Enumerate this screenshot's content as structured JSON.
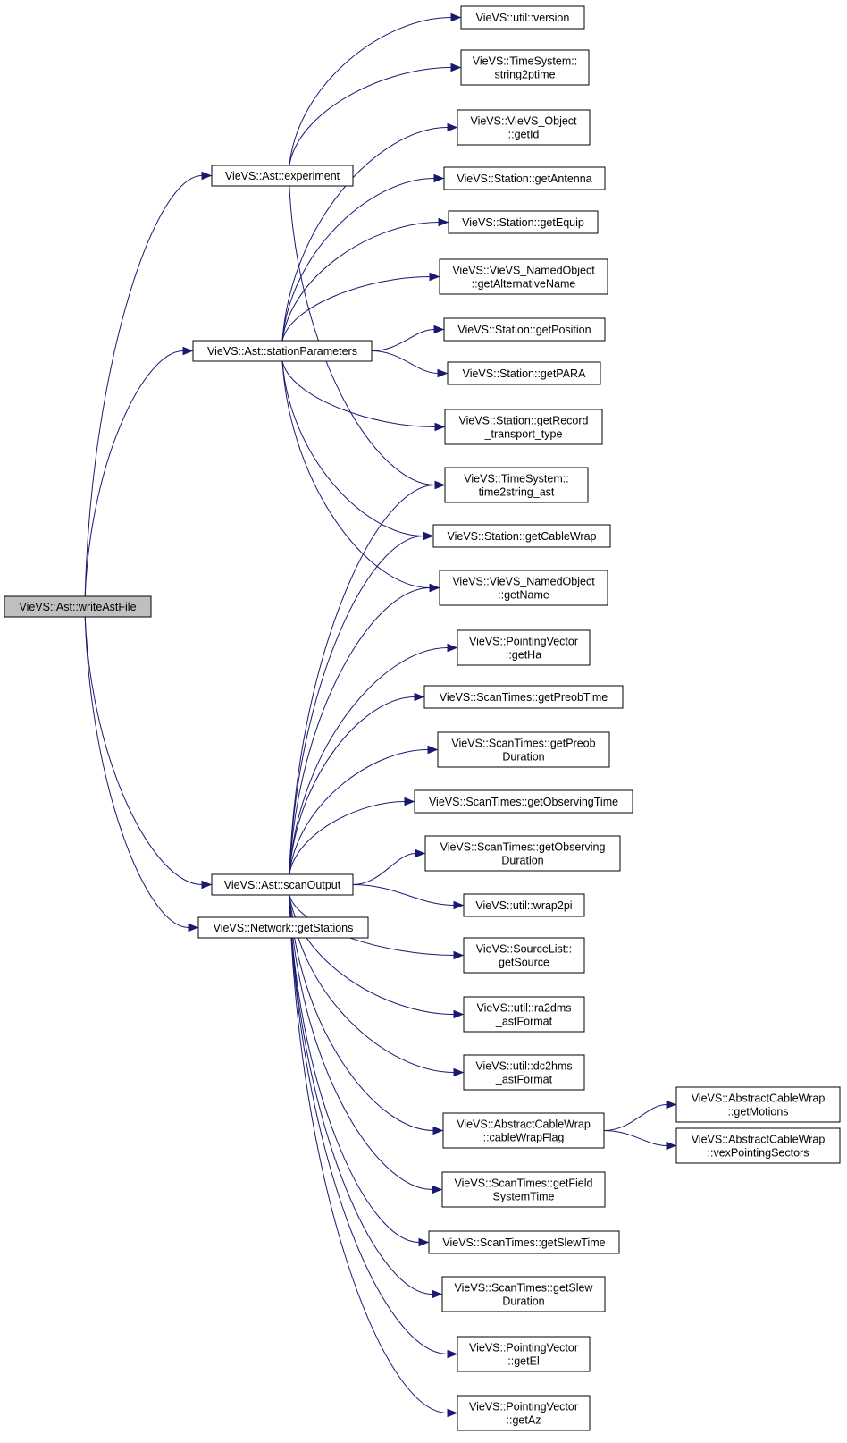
{
  "diagram": {
    "nodes": [
      {
        "id": "writeAstFile",
        "lines": [
          "VieVS::Ast::writeAstFile"
        ],
        "root": true
      },
      {
        "id": "experiment",
        "lines": [
          "VieVS::Ast::experiment"
        ]
      },
      {
        "id": "stationParameters",
        "lines": [
          "VieVS::Ast::stationParameters"
        ]
      },
      {
        "id": "scanOutput",
        "lines": [
          "VieVS::Ast::scanOutput"
        ]
      },
      {
        "id": "getStations",
        "lines": [
          "VieVS::Network::getStations"
        ]
      },
      {
        "id": "version",
        "lines": [
          "VieVS::util::version"
        ]
      },
      {
        "id": "string2ptime",
        "lines": [
          "VieVS::TimeSystem::",
          "string2ptime"
        ]
      },
      {
        "id": "getId",
        "lines": [
          "VieVS::VieVS_Object",
          "::getId"
        ]
      },
      {
        "id": "getAntenna",
        "lines": [
          "VieVS::Station::getAntenna"
        ]
      },
      {
        "id": "getEquip",
        "lines": [
          "VieVS::Station::getEquip"
        ]
      },
      {
        "id": "getAlternativeName",
        "lines": [
          "VieVS::VieVS_NamedObject",
          "::getAlternativeName"
        ]
      },
      {
        "id": "getPosition",
        "lines": [
          "VieVS::Station::getPosition"
        ]
      },
      {
        "id": "getPARA",
        "lines": [
          "VieVS::Station::getPARA"
        ]
      },
      {
        "id": "getRecord",
        "lines": [
          "VieVS::Station::getRecord",
          "_transport_type"
        ]
      },
      {
        "id": "time2string",
        "lines": [
          "VieVS::TimeSystem::",
          "time2string_ast"
        ]
      },
      {
        "id": "getCableWrap",
        "lines": [
          "VieVS::Station::getCableWrap"
        ]
      },
      {
        "id": "getName",
        "lines": [
          "VieVS::VieVS_NamedObject",
          "::getName"
        ]
      },
      {
        "id": "getHa",
        "lines": [
          "VieVS::PointingVector",
          "::getHa"
        ]
      },
      {
        "id": "getPreobTime",
        "lines": [
          "VieVS::ScanTimes::getPreobTime"
        ]
      },
      {
        "id": "getPreobDuration",
        "lines": [
          "VieVS::ScanTimes::getPreob",
          "Duration"
        ]
      },
      {
        "id": "getObservingTime",
        "lines": [
          "VieVS::ScanTimes::getObservingTime"
        ]
      },
      {
        "id": "getObservingDuration",
        "lines": [
          "VieVS::ScanTimes::getObserving",
          "Duration"
        ]
      },
      {
        "id": "wrap2pi",
        "lines": [
          "VieVS::util::wrap2pi"
        ]
      },
      {
        "id": "getSource",
        "lines": [
          "VieVS::SourceList::",
          "getSource"
        ]
      },
      {
        "id": "ra2dms",
        "lines": [
          "VieVS::util::ra2dms",
          "_astFormat"
        ]
      },
      {
        "id": "dc2hms",
        "lines": [
          "VieVS::util::dc2hms",
          "_astFormat"
        ]
      },
      {
        "id": "cableWrapFlag",
        "lines": [
          "VieVS::AbstractCableWrap",
          "::cableWrapFlag"
        ]
      },
      {
        "id": "getFieldSystemTime",
        "lines": [
          "VieVS::ScanTimes::getField",
          "SystemTime"
        ]
      },
      {
        "id": "getSlewTime",
        "lines": [
          "VieVS::ScanTimes::getSlewTime"
        ]
      },
      {
        "id": "getSlewDuration",
        "lines": [
          "VieVS::ScanTimes::getSlew",
          "Duration"
        ]
      },
      {
        "id": "getEl",
        "lines": [
          "VieVS::PointingVector",
          "::getEl"
        ]
      },
      {
        "id": "getAz",
        "lines": [
          "VieVS::PointingVector",
          "::getAz"
        ]
      },
      {
        "id": "getMotions",
        "lines": [
          "VieVS::AbstractCableWrap",
          "::getMotions"
        ]
      },
      {
        "id": "vexPointingSectors",
        "lines": [
          "VieVS::AbstractCableWrap",
          "::vexPointingSectors"
        ]
      }
    ],
    "edges": [
      {
        "from": "writeAstFile",
        "to": "experiment"
      },
      {
        "from": "writeAstFile",
        "to": "stationParameters"
      },
      {
        "from": "writeAstFile",
        "to": "scanOutput"
      },
      {
        "from": "writeAstFile",
        "to": "getStations"
      },
      {
        "from": "experiment",
        "to": "version"
      },
      {
        "from": "experiment",
        "to": "string2ptime"
      },
      {
        "from": "experiment",
        "to": "time2string"
      },
      {
        "from": "stationParameters",
        "to": "getId"
      },
      {
        "from": "stationParameters",
        "to": "getAntenna"
      },
      {
        "from": "stationParameters",
        "to": "getEquip"
      },
      {
        "from": "stationParameters",
        "to": "getAlternativeName"
      },
      {
        "from": "stationParameters",
        "to": "getPosition"
      },
      {
        "from": "stationParameters",
        "to": "getPARA"
      },
      {
        "from": "stationParameters",
        "to": "getRecord"
      },
      {
        "from": "stationParameters",
        "to": "getCableWrap"
      },
      {
        "from": "stationParameters",
        "to": "getName"
      },
      {
        "from": "scanOutput",
        "to": "time2string"
      },
      {
        "from": "scanOutput",
        "to": "getCableWrap"
      },
      {
        "from": "scanOutput",
        "to": "getName"
      },
      {
        "from": "scanOutput",
        "to": "getHa"
      },
      {
        "from": "scanOutput",
        "to": "getPreobTime"
      },
      {
        "from": "scanOutput",
        "to": "getPreobDuration"
      },
      {
        "from": "scanOutput",
        "to": "getObservingTime"
      },
      {
        "from": "scanOutput",
        "to": "getObservingDuration"
      },
      {
        "from": "scanOutput",
        "to": "wrap2pi"
      },
      {
        "from": "scanOutput",
        "to": "getSource"
      },
      {
        "from": "scanOutput",
        "to": "ra2dms"
      },
      {
        "from": "scanOutput",
        "to": "dc2hms"
      },
      {
        "from": "scanOutput",
        "to": "cableWrapFlag"
      },
      {
        "from": "scanOutput",
        "to": "getFieldSystemTime"
      },
      {
        "from": "scanOutput",
        "to": "getSlewTime"
      },
      {
        "from": "scanOutput",
        "to": "getSlewDuration"
      },
      {
        "from": "scanOutput",
        "to": "getEl"
      },
      {
        "from": "scanOutput",
        "to": "getAz"
      },
      {
        "from": "cableWrapFlag",
        "to": "getMotions"
      },
      {
        "from": "cableWrapFlag",
        "to": "vexPointingSectors"
      }
    ],
    "colors": {
      "edge": "#191970",
      "root_fill": "#bfbfbf",
      "node_fill": "#ffffff",
      "border": "#000000"
    }
  }
}
